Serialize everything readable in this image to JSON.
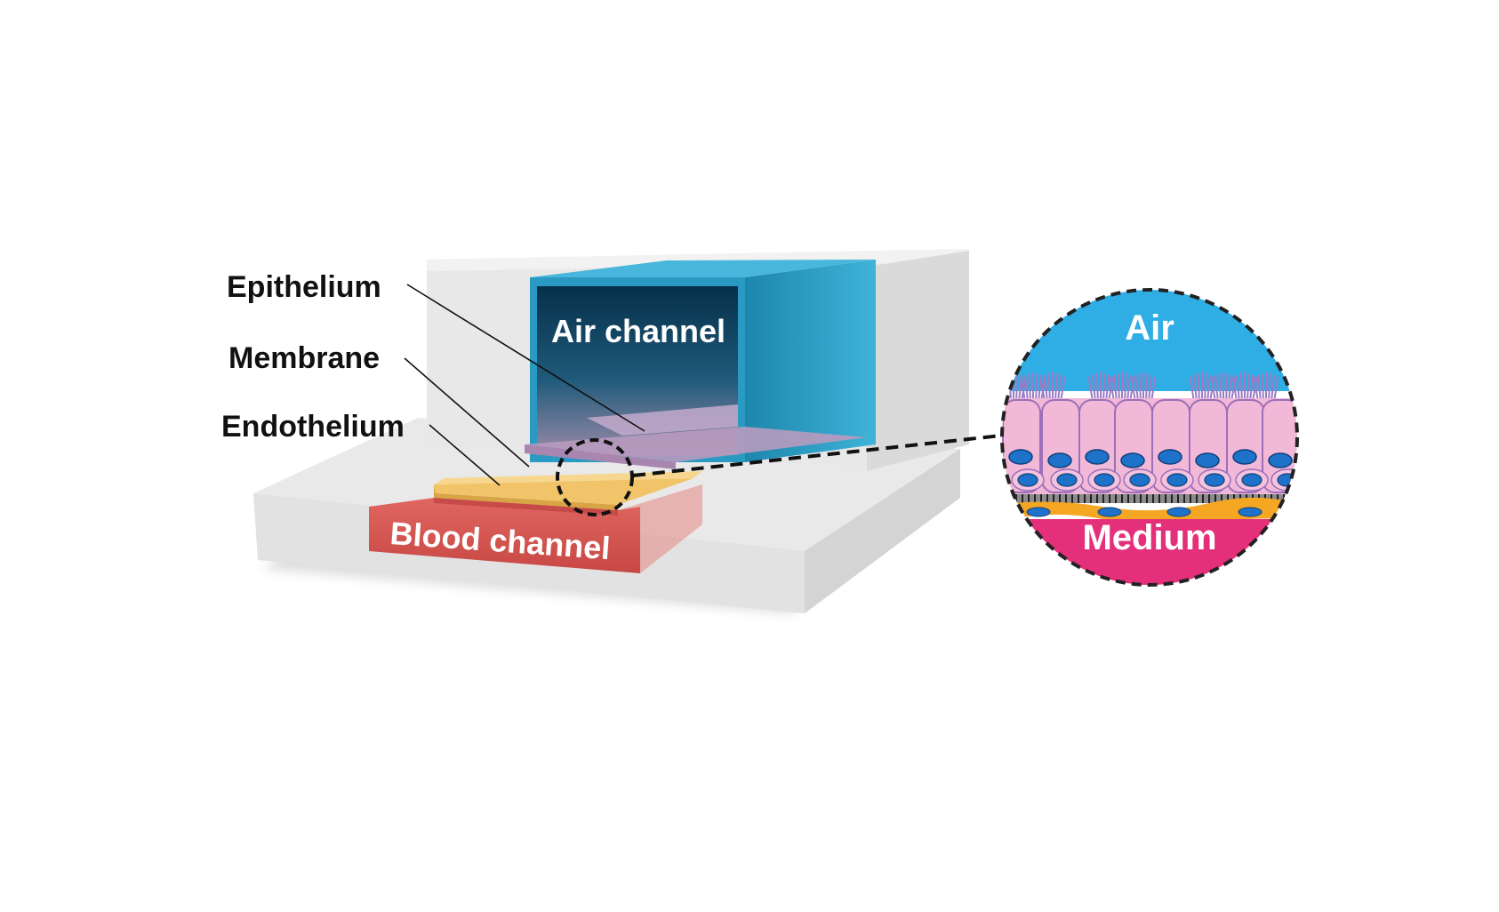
{
  "labels": {
    "epithelium": "Epithelium",
    "membrane": "Membrane",
    "endothelium": "Endothelium",
    "air_channel": "Air channel",
    "blood_channel": "Blood channel"
  },
  "inset": {
    "top_label": "Air",
    "bottom_label": "Medium"
  },
  "colors": {
    "air_channel": "#2a9cc4",
    "air_channel_dark": "#0b3550",
    "blood_channel": "#d9544f",
    "endothelium_layer": "#f2c46a",
    "membrane_layer": "#c6a5c9",
    "inset_air": "#2faee5",
    "inset_medium": "#e4307a",
    "epithelial_cell": "#f2b8d8",
    "nucleus": "#1f72c9",
    "chip_body": "#e6e6e6"
  }
}
